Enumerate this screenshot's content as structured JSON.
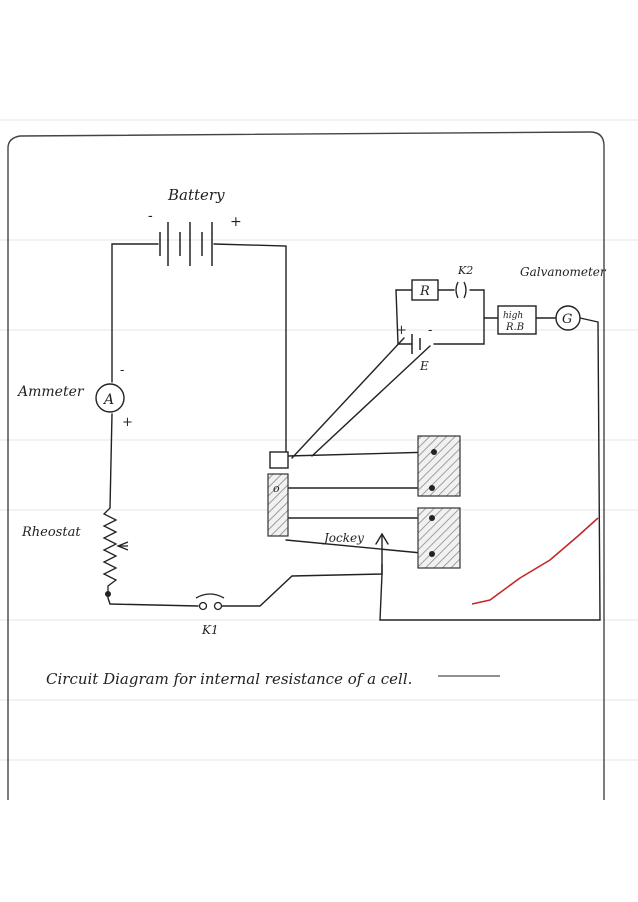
{
  "labels": {
    "battery": "Battery",
    "battery_minus": "-",
    "battery_plus": "+",
    "galvanometer": "Galvanometer",
    "galvanometer_symbol": "G",
    "resistor": "R",
    "key_k2": "K2",
    "high_rb_line1": "high",
    "high_rb_line2": "R.B",
    "cell_plus": "+",
    "cell_minus": "-",
    "cell_e": "E",
    "ammeter": "Ammeter",
    "ammeter_symbol": "A",
    "ammeter_minus": "-",
    "ammeter_plus": "+",
    "rheostat": "Rheostat",
    "jockey": "Jockey",
    "key_k1": "K1",
    "caption": "Circuit Diagram for internal resistance of a cell."
  },
  "colors": {
    "ink": "#222222",
    "bleed_through": "#b9b9b9",
    "border": "#444444",
    "red_tick": "#c62828",
    "hatch": "#888888"
  }
}
